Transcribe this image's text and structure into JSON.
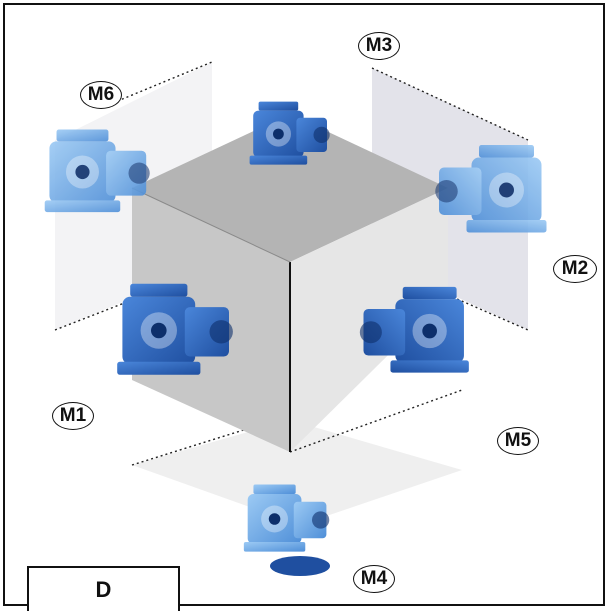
{
  "view_letter": "D",
  "positions": {
    "m1": "M1",
    "m2": "M2",
    "m3": "M3",
    "m4": "M4",
    "m5": "M5",
    "m6": "M6"
  },
  "colors": {
    "gearbox_dark": "#2d5fb4",
    "gearbox_light": "#6aa6e6",
    "plane": "#dcdcdc",
    "cube_front": "#c9c9c9",
    "cube_top": "#b5b5b5"
  },
  "icons": [
    "gearbox-icon"
  ]
}
